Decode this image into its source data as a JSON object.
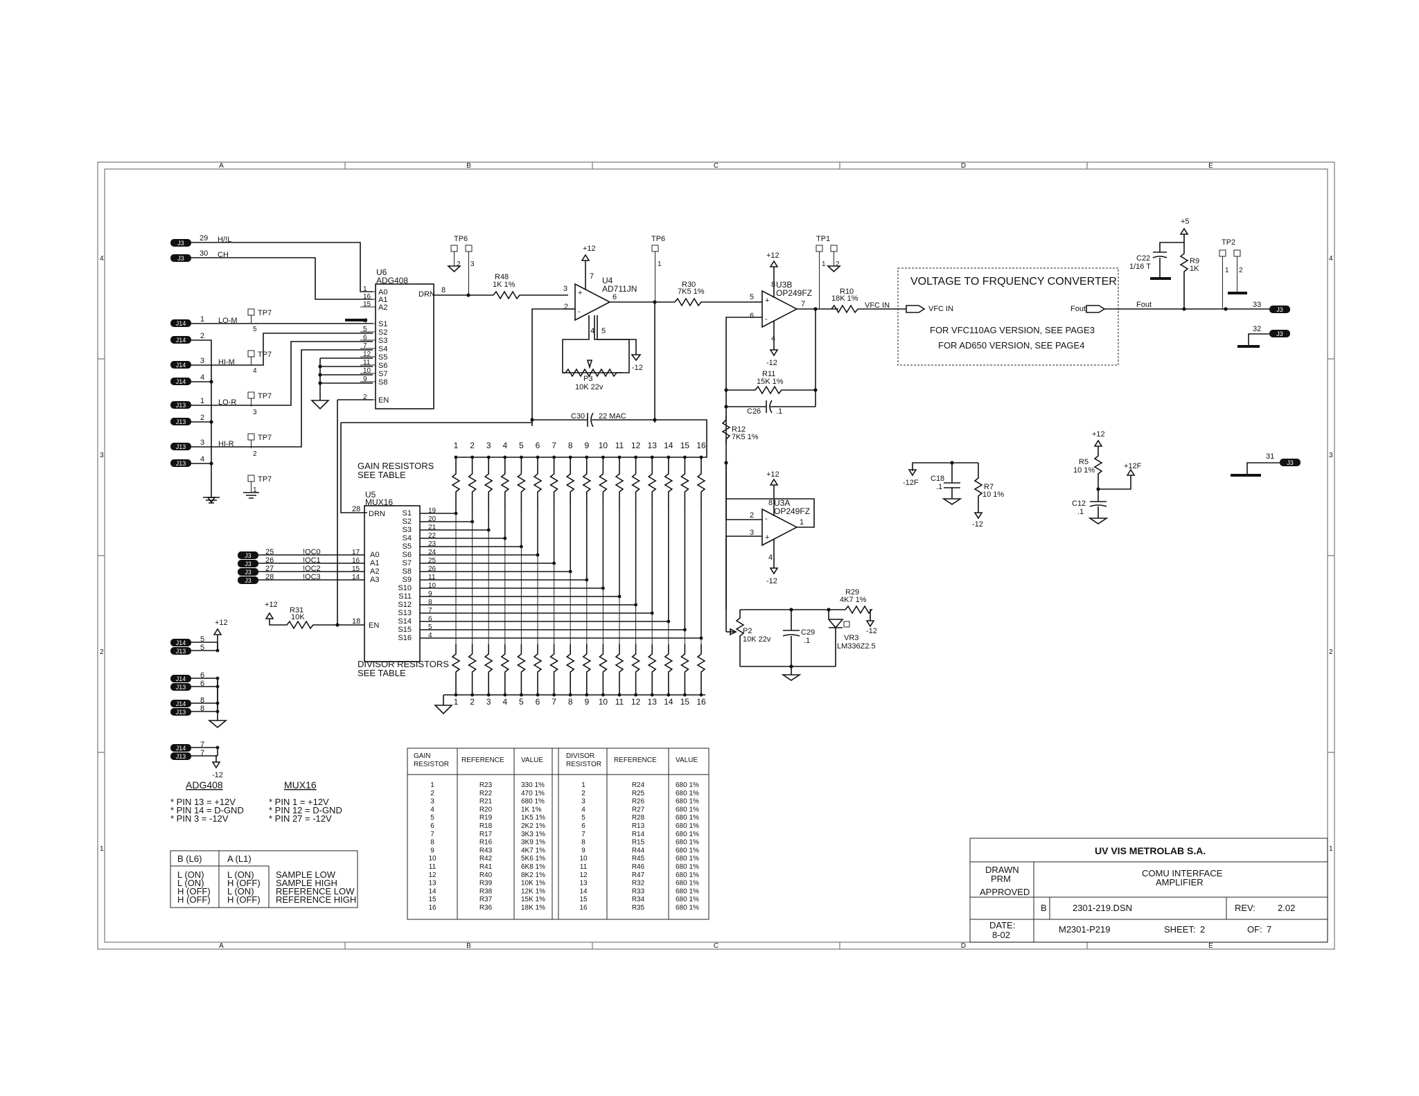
{
  "zones": {
    "columns": [
      "A",
      "B",
      "C",
      "D",
      "E"
    ],
    "rows": [
      "4",
      "3",
      "2",
      "1"
    ]
  },
  "connectors": {
    "hl": {
      "ref": "J3",
      "pin": "29",
      "net": "H/!L"
    },
    "ch": {
      "ref": "J3",
      "pin": "30",
      "net": "CH"
    },
    "lom": {
      "ref": "J14",
      "pin": "1",
      "net": "LO-M"
    },
    "j14_2": {
      "ref": "J14",
      "pin": "2"
    },
    "him": {
      "ref": "J14",
      "pin": "3",
      "net": "HI-M"
    },
    "j14_4": {
      "ref": "J14",
      "pin": "4"
    },
    "lor": {
      "ref": "J13",
      "pin": "1",
      "net": "LO-R"
    },
    "j13_2": {
      "ref": "J13",
      "pin": "2"
    },
    "hir": {
      "ref": "J13",
      "pin": "3",
      "net": "HI-R"
    },
    "j13_4": {
      "ref": "J13",
      "pin": "4"
    },
    "oc": [
      {
        "ref": "J3",
        "pin": "25",
        "net": "!OC0",
        "in": "A0",
        "upin": "17"
      },
      {
        "ref": "J3",
        "pin": "26",
        "net": "!OC1",
        "in": "A1",
        "upin": "16"
      },
      {
        "ref": "J3",
        "pin": "27",
        "net": "!OC2",
        "in": "A2",
        "upin": "15"
      },
      {
        "ref": "J3",
        "pin": "28",
        "net": "!OC3",
        "in": "A3",
        "upin": "14"
      }
    ],
    "bl": [
      {
        "ref": "J14",
        "pin": "5"
      },
      {
        "ref": "J13",
        "pin": "5"
      },
      {
        "ref": "J14",
        "pin": "6"
      },
      {
        "ref": "J13",
        "pin": "6"
      },
      {
        "ref": "J14",
        "pin": "8"
      },
      {
        "ref": "J13",
        "pin": "8"
      },
      {
        "ref": "J14",
        "pin": "7"
      },
      {
        "ref": "J13",
        "pin": "7"
      }
    ],
    "out33": {
      "ref": "J3",
      "pin": "33"
    },
    "out32": {
      "ref": "J3",
      "pin": "32"
    },
    "out31": {
      "ref": "J3",
      "pin": "31"
    }
  },
  "tp": {
    "tp7": "TP7",
    "tp6": "TP6",
    "tp1": "TP1",
    "tp2": "TP2",
    "pins": {
      "p1": "1",
      "p2": "2",
      "p3": "3",
      "p4": "4",
      "p5": "5"
    }
  },
  "u6": {
    "ref": "U6",
    "part": "ADG408",
    "left": [
      {
        "num": "1",
        "name": "A0"
      },
      {
        "num": "16",
        "name": "A1"
      },
      {
        "num": "15",
        "name": "A2"
      },
      {
        "num": "4",
        "name": "S1"
      },
      {
        "num": "5",
        "name": "S2"
      },
      {
        "num": "6",
        "name": "S3"
      },
      {
        "num": "7",
        "name": "S4"
      },
      {
        "num": "12",
        "name": "S5"
      },
      {
        "num": "11",
        "name": "S6"
      },
      {
        "num": "10",
        "name": "S7"
      },
      {
        "num": "9",
        "name": "S8"
      },
      {
        "num": "2",
        "name": "EN"
      }
    ],
    "drn": {
      "num": "8",
      "name": "DRN"
    }
  },
  "u5": {
    "ref": "U5",
    "part": "MUX16",
    "drn": {
      "num": "28",
      "name": "DRN"
    },
    "en": {
      "num": "18",
      "name": "EN"
    },
    "s": [
      {
        "name": "S1",
        "num": "19"
      },
      {
        "name": "S2",
        "num": "20"
      },
      {
        "name": "S3",
        "num": "21"
      },
      {
        "name": "S4",
        "num": "22"
      },
      {
        "name": "S5",
        "num": "23"
      },
      {
        "name": "S6",
        "num": "24"
      },
      {
        "name": "S7",
        "num": "25"
      },
      {
        "name": "S8",
        "num": "26"
      },
      {
        "name": "S9",
        "num": "11"
      },
      {
        "name": "S10",
        "num": "10"
      },
      {
        "name": "S11",
        "num": "9"
      },
      {
        "name": "S12",
        "num": "8"
      },
      {
        "name": "S13",
        "num": "7"
      },
      {
        "name": "S14",
        "num": "6"
      },
      {
        "name": "S15",
        "num": "5"
      },
      {
        "name": "S16",
        "num": "4"
      }
    ]
  },
  "u4": {
    "ref": "U4",
    "part": "AD711JN",
    "p2": "2",
    "p3": "3",
    "p4": "4",
    "p5": "5",
    "p6": "6",
    "p7": "7",
    "plus": "+",
    "minus": "-"
  },
  "u3b": {
    "ref": "U3B",
    "part": "OP249FZ",
    "p4": "4",
    "p5": "5",
    "p6": "6",
    "p7": "7",
    "p8": "8",
    "plus": "+",
    "minus": "-"
  },
  "u3a": {
    "ref": "U3A",
    "part": "OP249FZ",
    "p1": "1",
    "p2": "2",
    "p3": "3",
    "p4": "4",
    "p8": "8",
    "plus": "+",
    "minus": "-"
  },
  "parts": {
    "r48": {
      "ref": "R48",
      "val": "1K 1%"
    },
    "r30": {
      "ref": "R30",
      "val": "7K5 1%"
    },
    "r10": {
      "ref": "R10",
      "val": "18K 1%"
    },
    "r11": {
      "ref": "R11",
      "val": "15K 1%"
    },
    "c26": {
      "ref": "C26",
      "val": ".1"
    },
    "r12": {
      "ref": "R12",
      "val": "7K5 1%"
    },
    "p3": {
      "ref": "P3",
      "val": "10K 22v"
    },
    "c30": {
      "ref": "C30",
      "val": "22 MAC"
    },
    "r31": {
      "ref": "R31",
      "val": "10K"
    },
    "p2": {
      "ref": "P2",
      "val": "10K 22v"
    },
    "c29": {
      "ref": "C29",
      "val": ".1"
    },
    "r29": {
      "ref": "R29",
      "val": "4K7 1%"
    },
    "vr3": {
      "ref": "VR3",
      "val": "LM336Z2.5"
    },
    "c22": {
      "ref": "C22",
      "val": "1/16 T"
    },
    "r9": {
      "ref": "R9",
      "val": "1K"
    },
    "c18": {
      "ref": "C18",
      "val": ".1"
    },
    "r7": {
      "ref": "R7",
      "val": "10 1%"
    },
    "r5": {
      "ref": "R5",
      "val": "10 1%"
    },
    "c12": {
      "ref": "C12",
      "val": ".1"
    }
  },
  "rails": {
    "p12": "+12",
    "m12": "-12",
    "p5": "+5",
    "m12f": "-12F",
    "p12f": "+12F"
  },
  "vfc": {
    "title": "VOLTAGE TO FRQUENCY CONVERTER",
    "in_label": "VFC IN",
    "out_label": "Fout",
    "note1": "FOR VFC110AG VERSION, SEE PAGE3",
    "note2": "FOR AD650 VERSION, SEE PAGE4",
    "net_in": "VFC IN",
    "net_out": "Fout"
  },
  "array": {
    "cols": [
      "1",
      "2",
      "3",
      "4",
      "5",
      "6",
      "7",
      "8",
      "9",
      "10",
      "11",
      "12",
      "13",
      "14",
      "15",
      "16"
    ],
    "gain_label": [
      "GAIN RESISTORS",
      "SEE TABLE"
    ],
    "div_label": [
      "DIVISOR RESISTORS",
      "SEE TABLE"
    ]
  },
  "notes": {
    "adg408": {
      "title": "ADG408",
      "lines": [
        "* PIN 13 = +12V",
        "* PIN 14 = D-GND",
        "* PIN   3 = -12V"
      ]
    },
    "mux16": {
      "title": "MUX16",
      "lines": [
        "* PIN   1 = +12V",
        "* PIN 12 = D-GND",
        "* PIN 27 = -12V"
      ]
    }
  },
  "truth": {
    "headers": [
      "B  (L6)",
      "A  (L1)"
    ],
    "rows": [
      [
        "L  (ON)",
        "L  (ON)",
        "SAMPLE LOW"
      ],
      [
        "L  (ON)",
        "H (OFF)",
        "SAMPLE HIGH"
      ],
      [
        "H (OFF)",
        "L  (ON)",
        "REFERENCE LOW"
      ],
      [
        "H (OFF)",
        "H (OFF)",
        "REFERENCE HIGH"
      ]
    ]
  },
  "res_table": {
    "headers": [
      "GAIN\nRESISTOR",
      "REFERENCE",
      "VALUE",
      "DIVISOR\nRESISTOR",
      "REFERENCE",
      "VALUE"
    ],
    "gain": [
      [
        "1",
        "R23",
        "330 1%"
      ],
      [
        "2",
        "R22",
        "470 1%"
      ],
      [
        "3",
        "R21",
        "680 1%"
      ],
      [
        "4",
        "R20",
        "1K 1%"
      ],
      [
        "5",
        "R19",
        "1K5 1%"
      ],
      [
        "6",
        "R18",
        "2K2 1%"
      ],
      [
        "7",
        "R17",
        "3K3 1%"
      ],
      [
        "8",
        "R16",
        "3K9 1%"
      ],
      [
        "9",
        "R43",
        "4K7 1%"
      ],
      [
        "10",
        "R42",
        "5K6 1%"
      ],
      [
        "11",
        "R41",
        "6K8 1%"
      ],
      [
        "12",
        "R40",
        "8K2 1%"
      ],
      [
        "13",
        "R39",
        "10K 1%"
      ],
      [
        "14",
        "R38",
        "12K 1%"
      ],
      [
        "15",
        "R37",
        "15K 1%"
      ],
      [
        "16",
        "R36",
        "18K 1%"
      ]
    ],
    "divisor": [
      [
        "1",
        "R24",
        "680 1%"
      ],
      [
        "2",
        "R25",
        "680 1%"
      ],
      [
        "3",
        "R26",
        "680 1%"
      ],
      [
        "4",
        "R27",
        "680 1%"
      ],
      [
        "5",
        "R28",
        "680 1%"
      ],
      [
        "6",
        "R13",
        "680 1%"
      ],
      [
        "7",
        "R14",
        "680 1%"
      ],
      [
        "8",
        "R15",
        "680 1%"
      ],
      [
        "9",
        "R44",
        "680 1%"
      ],
      [
        "10",
        "R45",
        "680 1%"
      ],
      [
        "11",
        "R46",
        "680 1%"
      ],
      [
        "12",
        "R47",
        "680 1%"
      ],
      [
        "13",
        "R32",
        "680 1%"
      ],
      [
        "14",
        "R33",
        "680 1%"
      ],
      [
        "15",
        "R34",
        "680 1%"
      ],
      [
        "16",
        "R35",
        "680 1%"
      ]
    ]
  },
  "title_block": {
    "company": "UV VIS METROLAB S.A.",
    "drawn": "DRAWN",
    "drawn_by": "PRM",
    "approved": "APPROVED",
    "title1": "COMU INTERFACE",
    "title2": "AMPLIFIER",
    "size": "B",
    "file": "2301-219.DSN",
    "rev_label": "REV:",
    "rev": "2.02",
    "date_label": "DATE:",
    "date": "8-02",
    "doc": "M2301-P219",
    "sheet_label": "SHEET:",
    "sheet": "2",
    "of_label": "OF:",
    "of": "7"
  }
}
